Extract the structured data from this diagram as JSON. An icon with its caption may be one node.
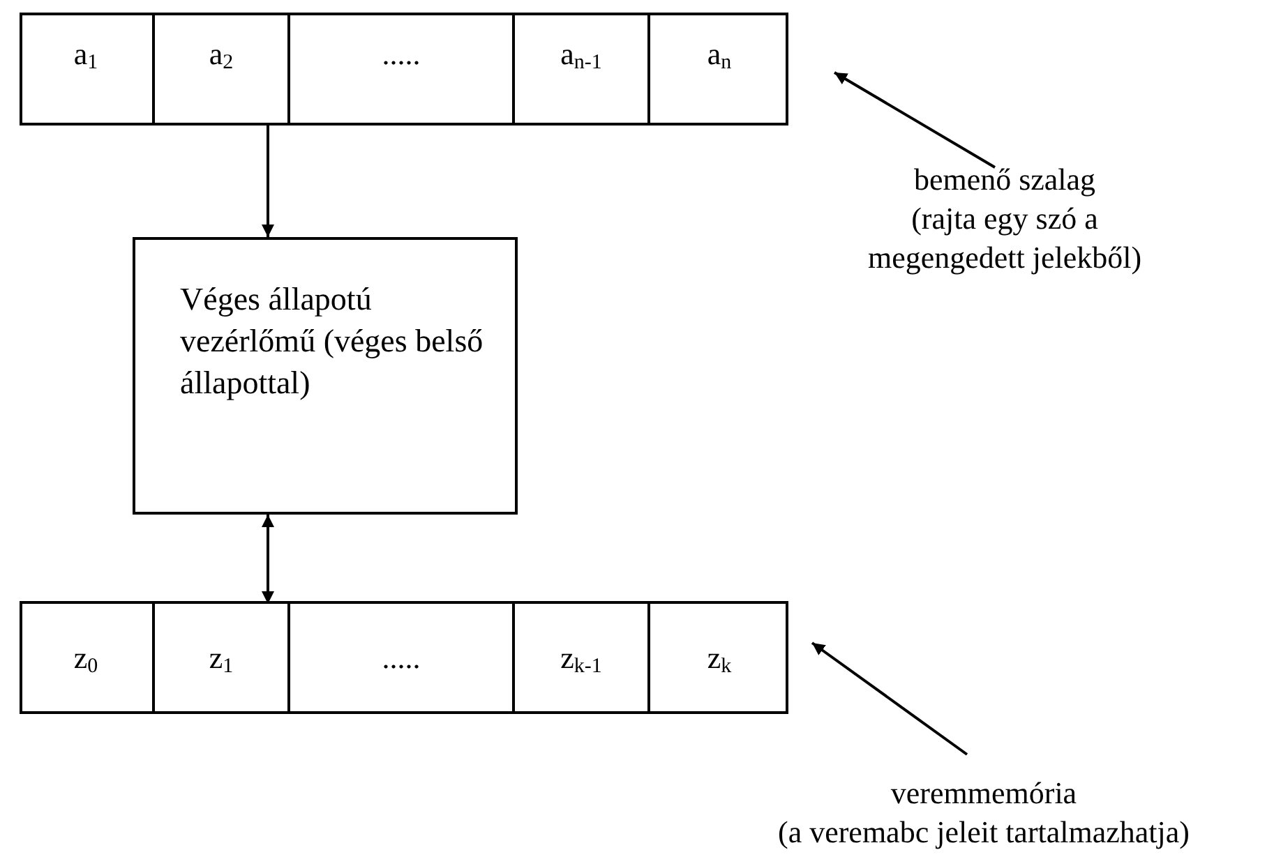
{
  "diagram": {
    "nodes": [
      {
        "text": [],
        "shape": "box"
      },
      {
        "text": [
          "a$_{1}$"
        ],
        "in": 0
      },
      {
        "text": [
          "a$_{2}$"
        ],
        "in": 0
      },
      {
        "text": [
          "....."
        ],
        "in": 0
      },
      {
        "text": [
          "a$_{n-1}$"
        ],
        "in": 0
      },
      {
        "text": [
          "a$_{n}$"
        ],
        "in": 0
      },
      {
        "text": [
          "Véges állapotú vezérlőmű (véges belső állapottal)"
        ]
      },
      {
        "text": [],
        "shape": "box"
      },
      {
        "text": [
          "z$_{0}$"
        ],
        "in": 7
      },
      {
        "text": [
          "z$_{1}$"
        ],
        "in": 7
      },
      {
        "text": [
          "....."
        ],
        "in": 7
      },
      {
        "text": [
          "z$_{k-1}$"
        ],
        "in": 7
      },
      {
        "text": [
          "z$_{k}$"
        ],
        "in": 7
      },
      {
        "text": [
          "bemenő szalag",
          "(rajta egy szó a megengedett jelekből)"
        ]
      },
      {
        "text": [
          "veremmemória",
          "(a veremabc jeleit tartalmazhatja)"
        ]
      }
    ],
    "edges": [
      {
        "from": 2,
        "to": 6,
        "arrow": "to"
      },
      {
        "from": 6,
        "to": 9,
        "arrow": "both"
      },
      {
        "from": 13,
        "to": 0,
        "arrow": "to"
      },
      {
        "from": 14,
        "to": 7,
        "arrow": "to"
      }
    ]
  }
}
